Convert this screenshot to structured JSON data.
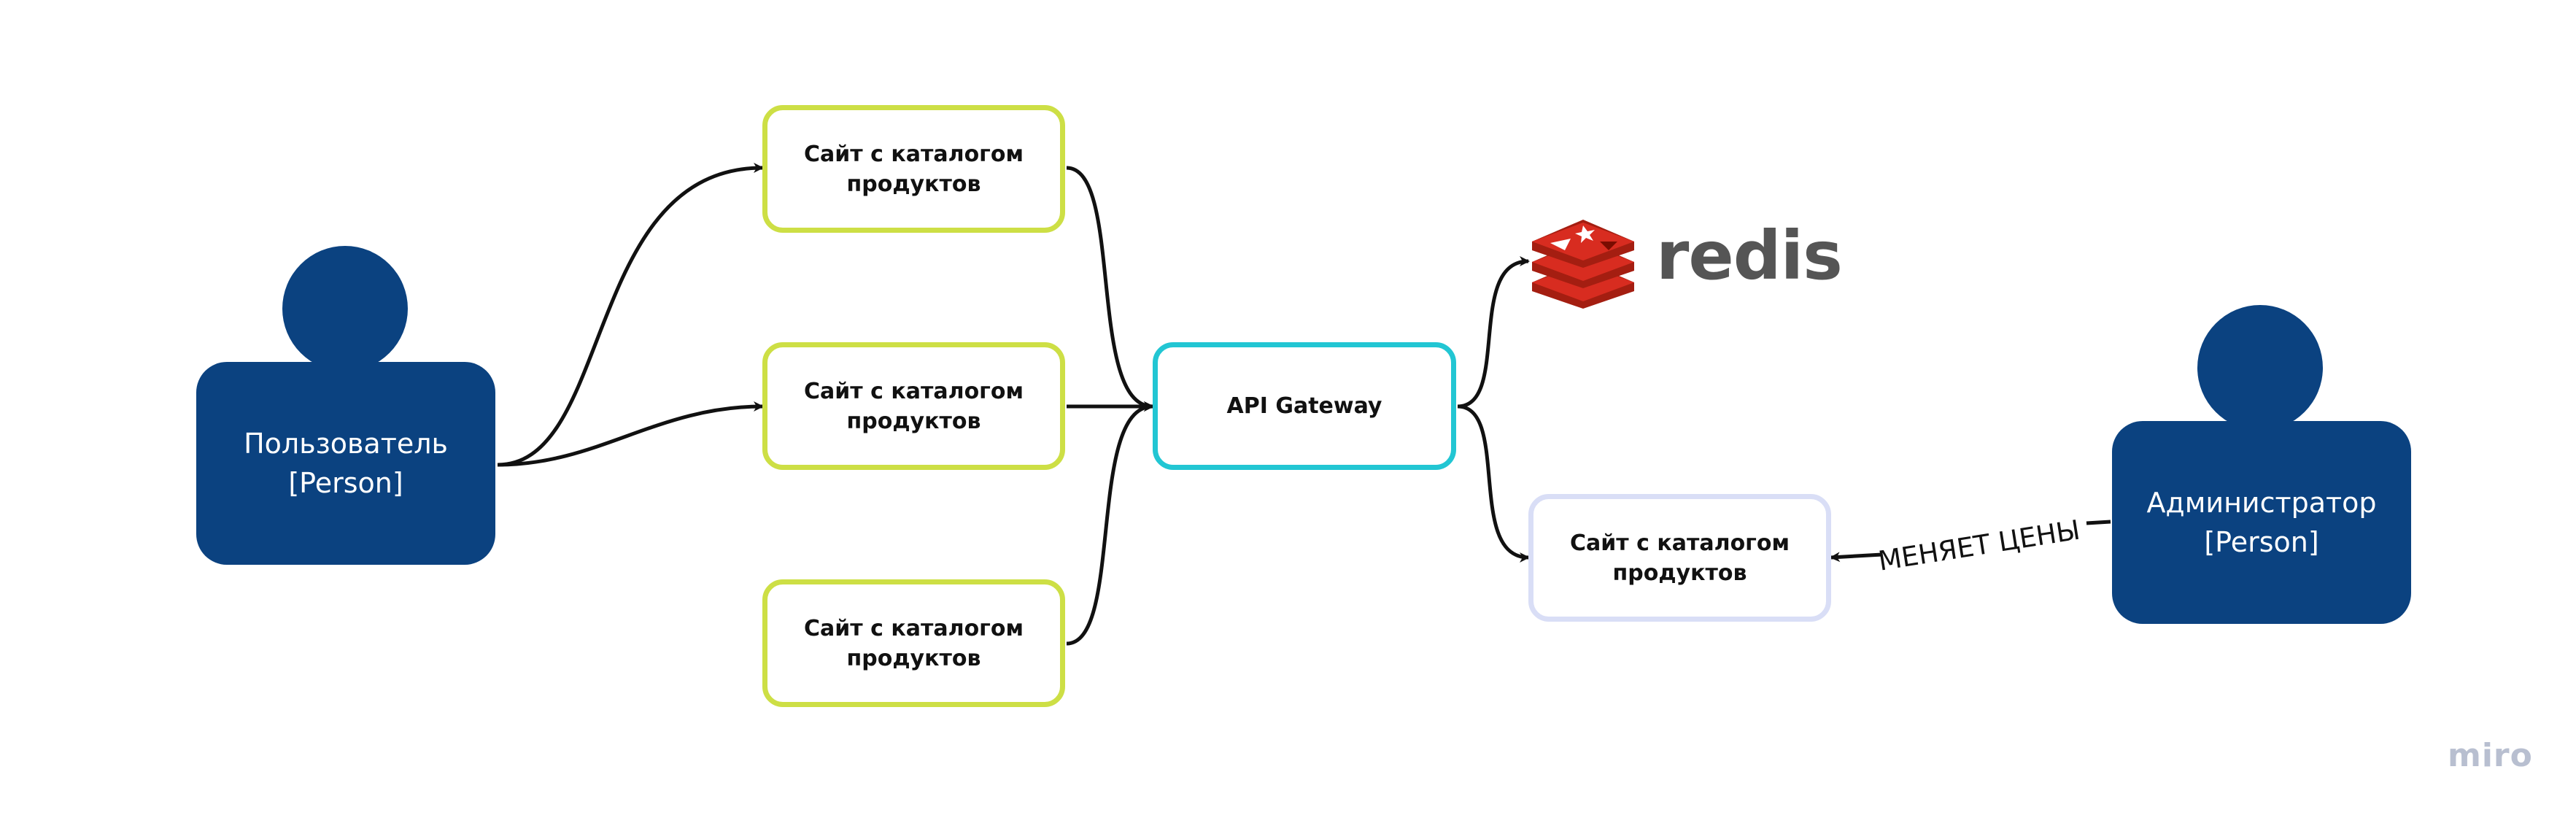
{
  "actors": {
    "user": {
      "name": "Пользователь",
      "type": "[Person]"
    },
    "admin": {
      "name": "Администратор",
      "type": "[Person]"
    }
  },
  "nodes": {
    "site_1": {
      "line1": "Сайт с каталогом",
      "line2": "продуктов"
    },
    "site_2": {
      "line1": "Сайт с каталогом",
      "line2": "продуктов"
    },
    "site_3": {
      "line1": "Сайт с каталогом",
      "line2": "продуктов"
    },
    "gateway": {
      "label": "API Gateway"
    },
    "catalog_service": {
      "line1": "Сайт с каталогом",
      "line2": "продуктов"
    },
    "cache": {
      "label": "redis"
    }
  },
  "edges": {
    "admin_to_service_label": "МЕНЯЕТ ЦЕНЫ"
  },
  "watermark": "miro",
  "colors": {
    "person": "#0b4280",
    "site_border": "#cddf45",
    "gateway_border": "#22c6d3",
    "service_border": "#d9def6",
    "redis_red": "#d82c20",
    "connector": "#111111"
  }
}
